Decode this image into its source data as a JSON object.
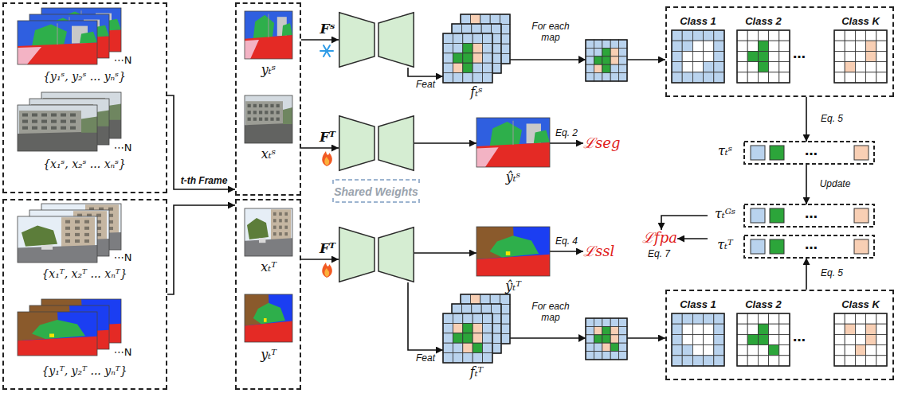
{
  "diagram": {
    "nodes": [
      {
        "text": [
          "⋯N",
          "{y₁ˢ, y₂ˢ ... yₙˢ}",
          "⋯N",
          "{x₁ˢ, x₂ˢ ... xₙˢ}"
        ]
      },
      {
        "text": [
          "⋯N",
          "{x₁ᵀ, x₂ᵀ ... xₙᵀ}",
          "⋯N",
          "{y₁ᵀ, y₂ᵀ ... yₙᵀ}"
        ]
      },
      {
        "text": [
          "yₜˢ",
          "xₜˢ"
        ]
      },
      {
        "text": [
          "xₜᵀ",
          "yₜᵀ"
        ]
      },
      {
        "text": [
          "Fˢ"
        ]
      },
      {
        "text": [
          "Fᵀ"
        ]
      },
      {
        "text": [
          "Fᵀ"
        ]
      },
      {
        "text": [
          "fₜˢ"
        ]
      },
      {
        "text": [
          "fₜᵀ"
        ]
      },
      {
        "text": [
          "…"
        ]
      },
      {
        "text": [
          "Class 1"
        ],
        "in": 9
      },
      {
        "text": [
          "Class 2"
        ],
        "in": 9
      },
      {
        "text": [
          "Class K"
        ],
        "in": 9
      },
      {
        "text": [
          "…"
        ]
      },
      {
        "text": [
          "Class 1"
        ],
        "in": 13
      },
      {
        "text": [
          "Class 2"
        ],
        "in": 13
      },
      {
        "text": [
          "Class K"
        ],
        "in": 13
      },
      {
        "text": [
          "τₜˢ",
          "…"
        ]
      },
      {
        "text": [
          "τₜᴳˢ",
          "…"
        ]
      },
      {
        "text": [
          "τₜᵀ",
          "…"
        ]
      },
      {
        "text": [
          "ŷₜˢ"
        ]
      },
      {
        "text": [
          "ŷₜᵀ"
        ]
      },
      {
        "text": [
          "ℒseg"
        ]
      },
      {
        "text": [
          "ℒssl"
        ]
      },
      {
        "text": [
          "ℒfpa"
        ]
      }
    ],
    "edges": [
      {
        "from": 0,
        "to": 2,
        "arrow": "to",
        "label": "t-th Frame"
      },
      {
        "from": 1,
        "to": 3,
        "arrow": "to"
      },
      {
        "from": 2,
        "to": 4,
        "arrow": "to"
      },
      {
        "from": 2,
        "to": 5,
        "arrow": "to"
      },
      {
        "from": 3,
        "to": 6,
        "arrow": "to"
      },
      {
        "from": 4,
        "to": 7,
        "arrow": "to",
        "label": "Feat"
      },
      {
        "from": 7,
        "to": 9,
        "arrow": "to",
        "label": "For each map"
      },
      {
        "from": 9,
        "to": 17,
        "arrow": "to",
        "label": "Eq. 5"
      },
      {
        "from": 17,
        "to": 18,
        "arrow": "to",
        "label": "Update"
      },
      {
        "from": 18,
        "to": 24,
        "arrow": "to"
      },
      {
        "from": 5,
        "to": 20,
        "arrow": "to"
      },
      {
        "from": 20,
        "to": 22,
        "arrow": "to",
        "label": "Eq. 2"
      },
      {
        "from": 6,
        "to": 21,
        "arrow": "to"
      },
      {
        "from": 21,
        "to": 23,
        "arrow": "to",
        "label": "Eq. 4"
      },
      {
        "from": 6,
        "to": 8,
        "arrow": "to",
        "label": "Feat"
      },
      {
        "from": 8,
        "to": 13,
        "arrow": "to",
        "label": "For each map"
      },
      {
        "from": 13,
        "to": 19,
        "arrow": "to",
        "label": "Eq. 5"
      },
      {
        "from": 19,
        "to": 24,
        "arrow": "to"
      }
    ],
    "labels": [
      "Shared Weights",
      "Eq. 7"
    ]
  }
}
